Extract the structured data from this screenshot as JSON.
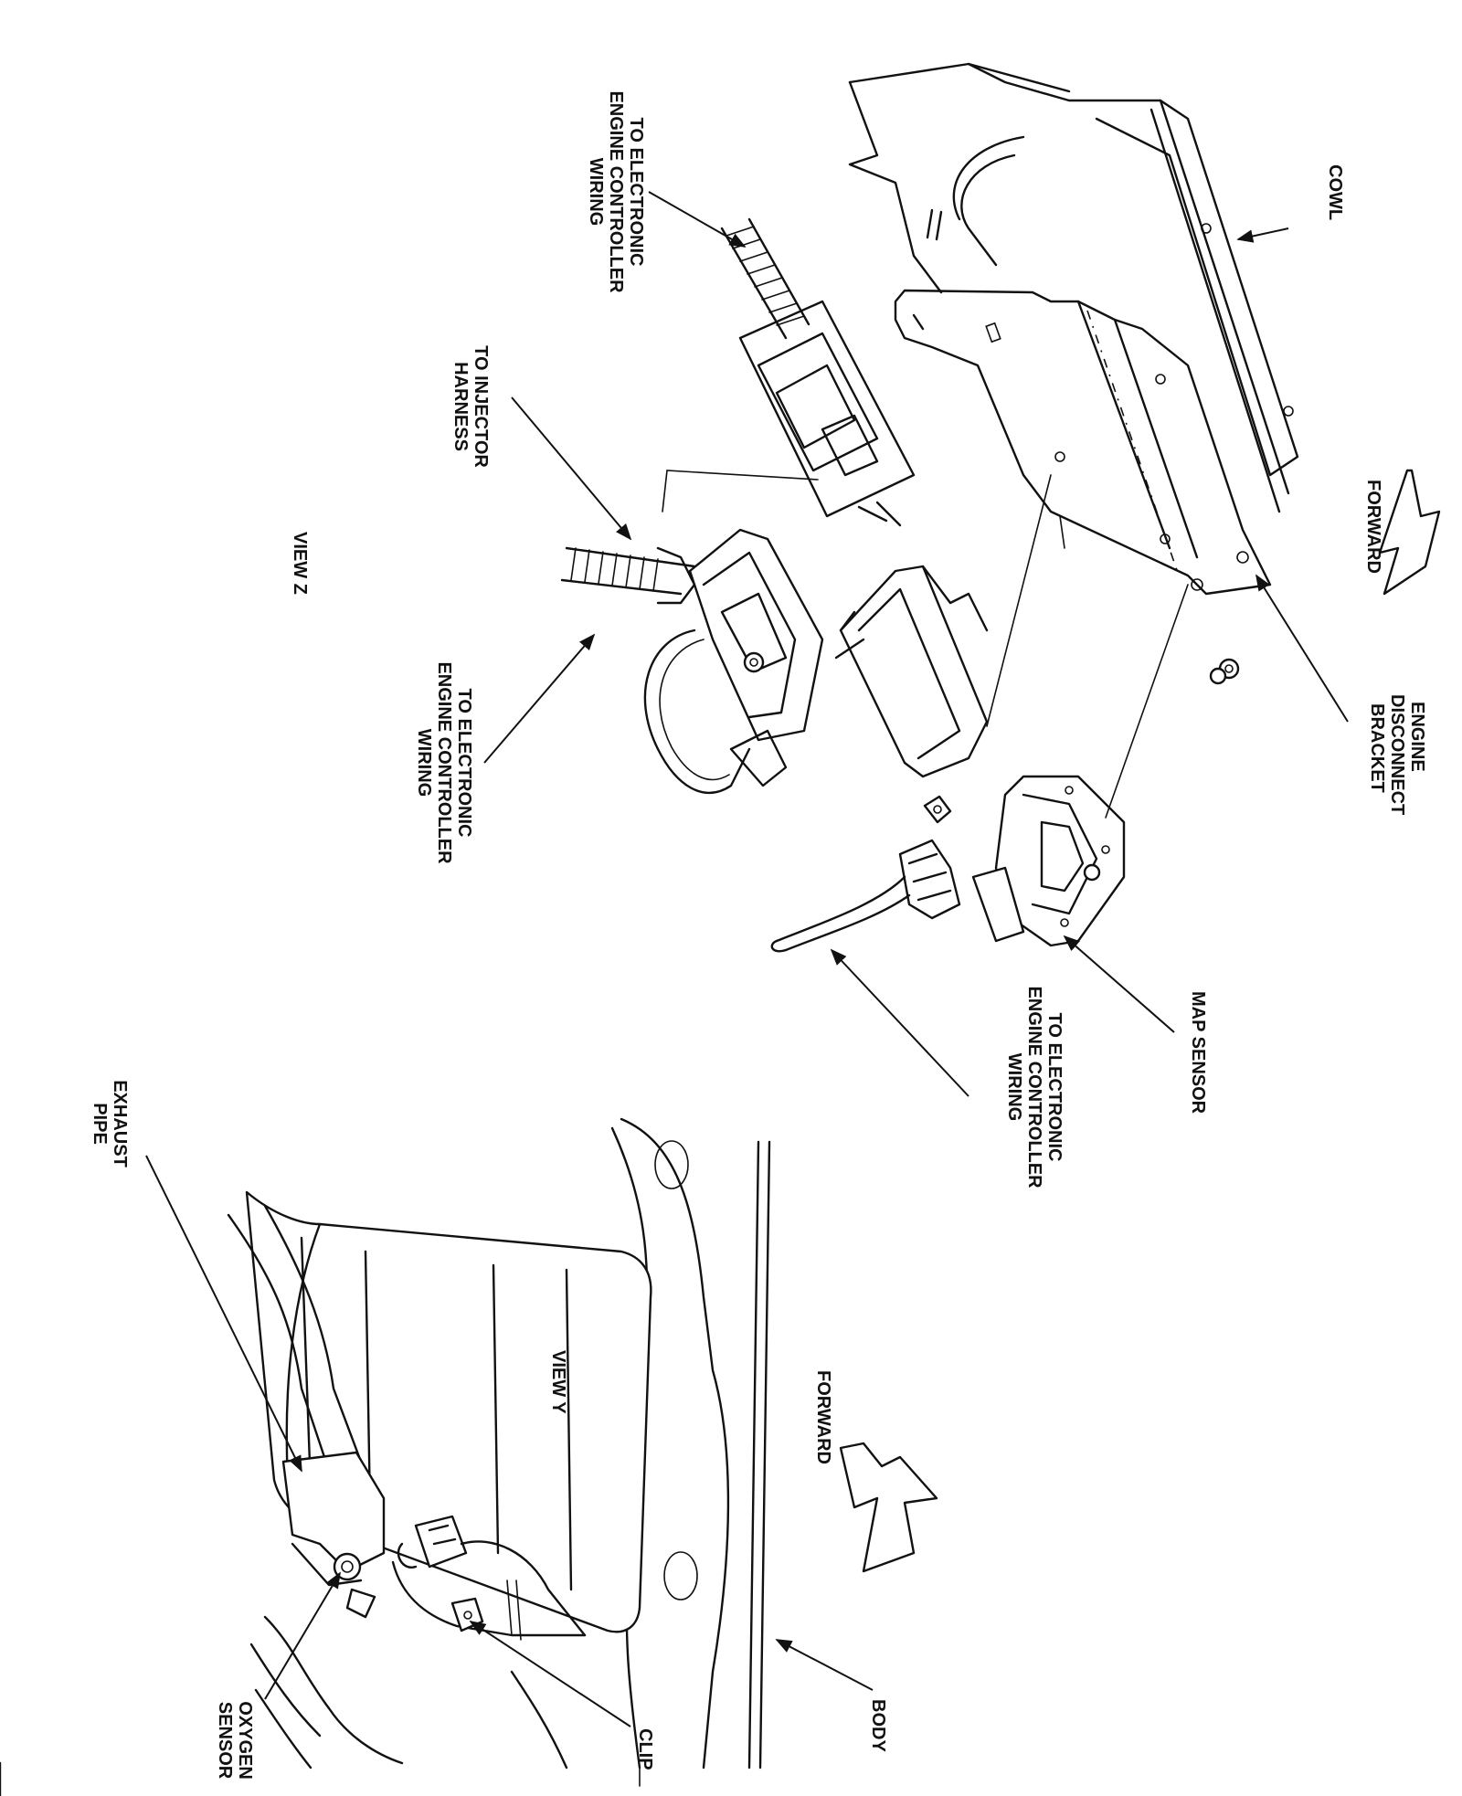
{
  "labels": {
    "cowl": "COWL",
    "forward_top": "FORWARD",
    "engine_disconnect_bracket": [
      "ENGINE",
      "DISCONNECT",
      "BRACKET"
    ],
    "map_sensor": "MAP SENSOR",
    "to_ecw_map": [
      "TO ELECTRONIC",
      "ENGINE CONTROLLER",
      "WIRING"
    ],
    "to_ecw_top": [
      "TO ELECTRONIC",
      "ENGINE CONTROLLER",
      "WIRING"
    ],
    "to_injector_harness": [
      "TO INJECTOR",
      "HARNESS"
    ],
    "to_ecw_mid": [
      "TO ELECTRONIC",
      "ENGINE CONTROLLER",
      "WIRING"
    ],
    "view_z": "VIEW Z",
    "view_y": "VIEW Y",
    "forward_bottom": "FORWARD",
    "body": "BODY",
    "clip": "CLIP",
    "oxygen_sensor": [
      "OXYGEN",
      "SENSOR"
    ],
    "exhaust_pipe": [
      "EXHAUST",
      "PIPE"
    ]
  }
}
